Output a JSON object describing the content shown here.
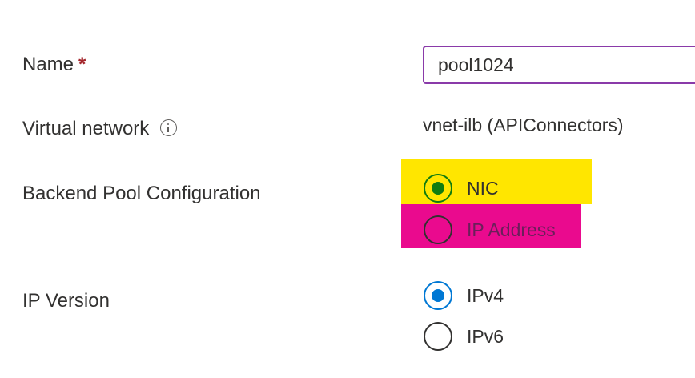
{
  "form": {
    "name": {
      "label": "Name",
      "required_marker": "*",
      "value": "pool1024"
    },
    "virtual_network": {
      "label": "Virtual network",
      "icon": "info-icon",
      "value": "vnet-ilb (APIConnectors)"
    },
    "backend_pool_configuration": {
      "label": "Backend Pool Configuration",
      "options": [
        {
          "label": "NIC",
          "selected": true,
          "highlight_color": "#ffe600"
        },
        {
          "label": "IP Address",
          "selected": false,
          "highlight_color": "#ea0a8e"
        }
      ]
    },
    "ip_version": {
      "label": "IP Version",
      "options": [
        {
          "label": "IPv4",
          "selected": true
        },
        {
          "label": "IPv6",
          "selected": false
        }
      ]
    }
  },
  "colors": {
    "input_border": "#8a3aa9",
    "required": "#a4262c",
    "radio_selected_green": "#107c10",
    "radio_selected_blue": "#0078d4"
  }
}
